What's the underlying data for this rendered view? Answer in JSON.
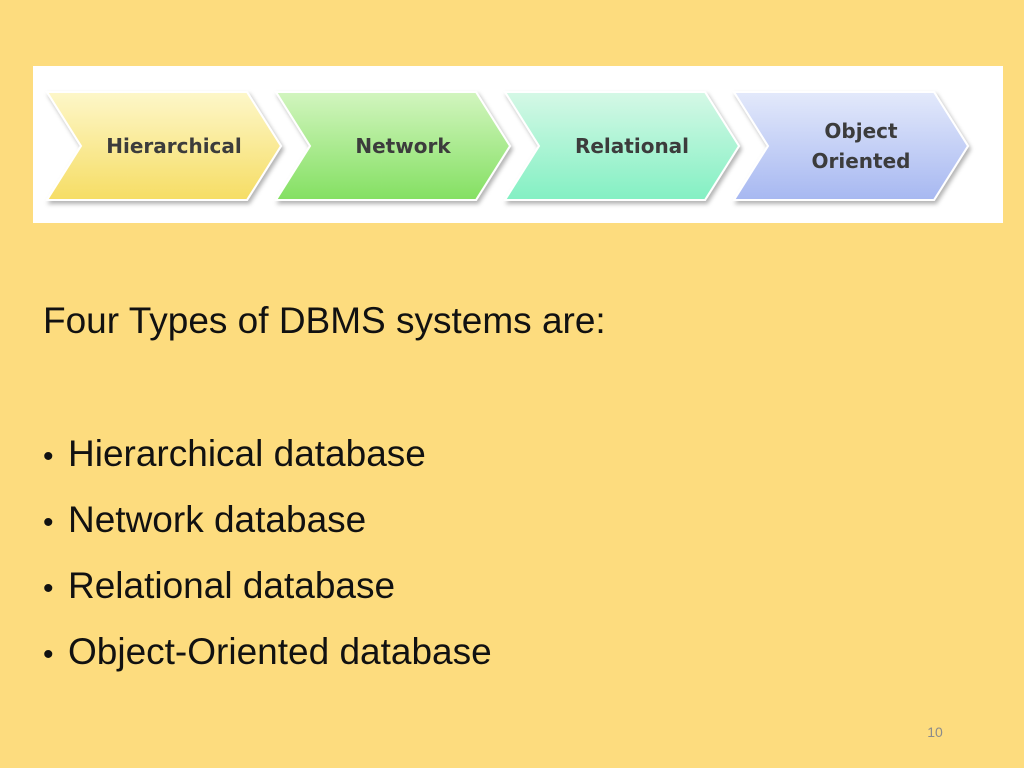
{
  "banner": {
    "stages": [
      {
        "lines": [
          "Hierarchical"
        ],
        "color_top": "#fdf7c9",
        "color_bottom": "#f6dd64"
      },
      {
        "lines": [
          "Network"
        ],
        "color_top": "#d2f5bf",
        "color_bottom": "#84e062"
      },
      {
        "lines": [
          "Relational"
        ],
        "color_top": "#d5f8e6",
        "color_bottom": "#83f0c3"
      },
      {
        "lines": [
          "Object",
          "Oriented"
        ],
        "color_top": "#e3e9fb",
        "color_bottom": "#a7b8f1"
      }
    ]
  },
  "intro": "Four Types of DBMS systems are:",
  "bullet_symbol": "•",
  "items": [
    "Hierarchical database",
    "Network database",
    "Relational database",
    "Object-Oriented database"
  ],
  "page_number": "10",
  "colors": {
    "background": "#fddc7e",
    "text": "#111111"
  }
}
